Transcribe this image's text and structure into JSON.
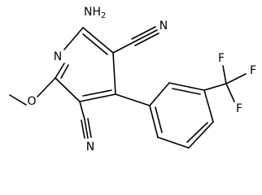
{
  "molecule": {
    "atom_labels": {
      "amino": "NH2",
      "ring_nitrogen": "N",
      "methoxy_oxygen": "O",
      "nitrile_n_top": "N",
      "nitrile_n_bottom": "N",
      "fluorine_1": "F",
      "fluorine_2": "F",
      "fluorine_3": "F"
    }
  },
  "colors": {
    "background": "#ffffff",
    "bond": "#000000",
    "label": "#000000"
  }
}
